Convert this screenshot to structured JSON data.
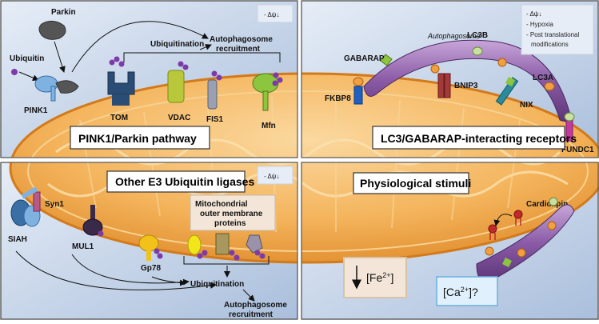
{
  "panels": {
    "pink1_parkin": {
      "title": "PINK1/Parkin pathway",
      "labels": {
        "parkin": "Parkin",
        "ubiquitin": "Ubiquitin",
        "pink1": "PINK1",
        "ubiquitination": "Ubiquitination",
        "autophagosome_line1": "Autophagosome",
        "autophagosome_line2": "recruitment",
        "tom": "TOM",
        "vdac": "VDAC",
        "fis1": "FIS1",
        "mfn": "Mfn",
        "stimulus": "- Δψ↓"
      }
    },
    "lc3_receptors": {
      "title": "LC3/GABARAP-interacting receptors",
      "labels": {
        "autophagosome": "Autophagosome",
        "gabarap": "GABARAP",
        "lc3b": "LC3B",
        "lc3a": "LC3A",
        "fkbp8": "FKBP8",
        "bnip3": "BNIP3",
        "nix": "NIX",
        "fundc1": "FUNDC1"
      },
      "stimuli": [
        "- Δψ↓",
        "- Hypoxia",
        "- Post translational",
        "modifications"
      ]
    },
    "e3_ligases": {
      "title": "Other E3 Ubiquitin ligases",
      "labels": {
        "syn1": "Syn1",
        "siah": "SIAH",
        "mul1": "MUL1",
        "gp78": "Gp78",
        "outer_line1": "Mitochondrial",
        "outer_line2": "outer membrane",
        "outer_line3": "proteins",
        "ubiquitination": "Ubiquitination",
        "autophagosome_line1": "Autophagosome",
        "autophagosome_line2": "recruitment",
        "stimulus": "- Δψ↓"
      }
    },
    "physiological": {
      "title": "Physiological stimuli",
      "labels": {
        "cardiolipin": "Cardiolipin",
        "iron_prefix": "[Fe",
        "iron_sup": "2+",
        "iron_suffix": "]",
        "calcium_prefix": "[Ca",
        "calcium_sup": "2+",
        "calcium_suffix": "]?"
      }
    }
  },
  "colors": {
    "panel_bg": "#c9d6ea",
    "mito_outer": "#f2b457",
    "mito_inner": "#f6c77c",
    "ubiquitin": "#7d3aa8",
    "autophagosome": "#8a5aa6"
  }
}
